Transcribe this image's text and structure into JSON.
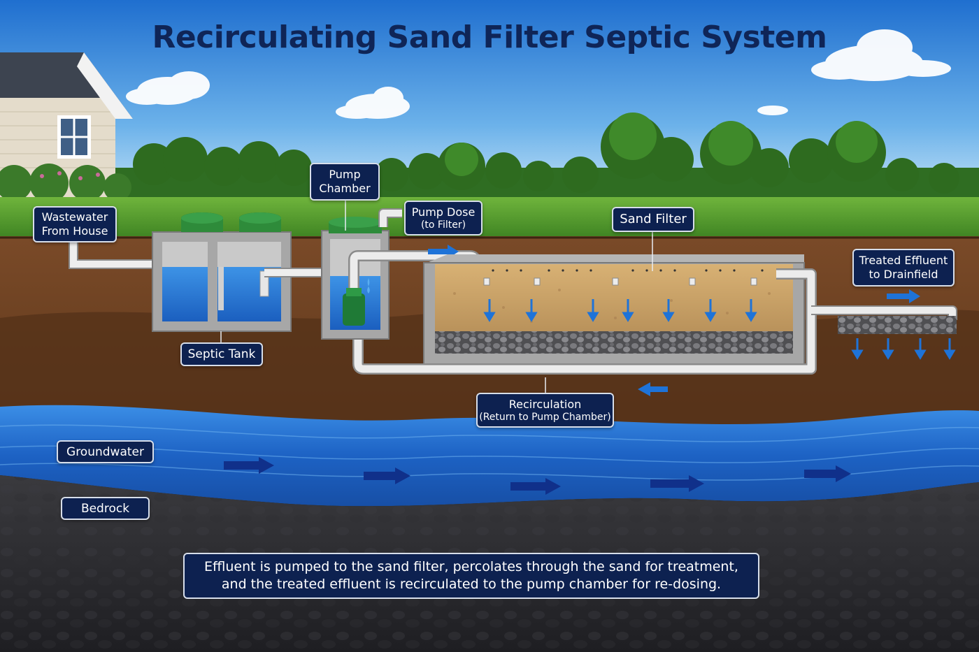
{
  "title": "Recirculating Sand Filter Septic System",
  "labels": {
    "wastewater": "Wastewater From House",
    "septic_tank": "Septic Tank",
    "pump_chamber": "Pump Chamber",
    "pump_dose_main": "Pump Dose",
    "pump_dose_sub": "(to Filter)",
    "sand_filter": "Sand Filter",
    "treated_effluent": "Treated Effluent to Drainfield",
    "recirculation_main": "Recirculation",
    "recirculation_sub": "(Return to Pump Chamber)",
    "groundwater": "Groundwater",
    "bedrock": "Bedrock"
  },
  "caption": "Effluent is pumped to the sand filter, percolates through the sand for treatment, and the treated effluent is recirculated to the pump chamber for re-dosing.",
  "colors": {
    "sky_top": "#2f7fd8",
    "sky_bottom": "#bfe0f7",
    "grass": "#4f9a2e",
    "soil": "#6b4124",
    "soil_deep": "#4a2c17",
    "groundwater": "#1f6fd0",
    "bedrock": "#2a2a2e",
    "sand": "#c9a266",
    "gravel": "#5c5c5c",
    "concrete": "#a9a9a9",
    "water": "#2a7fd6",
    "lid": "#2e8b3a",
    "pipe": "#e6e6e6",
    "label_bg": "#0d2150",
    "flow_arrow": "#1e73d8",
    "title": "#0f2557"
  }
}
